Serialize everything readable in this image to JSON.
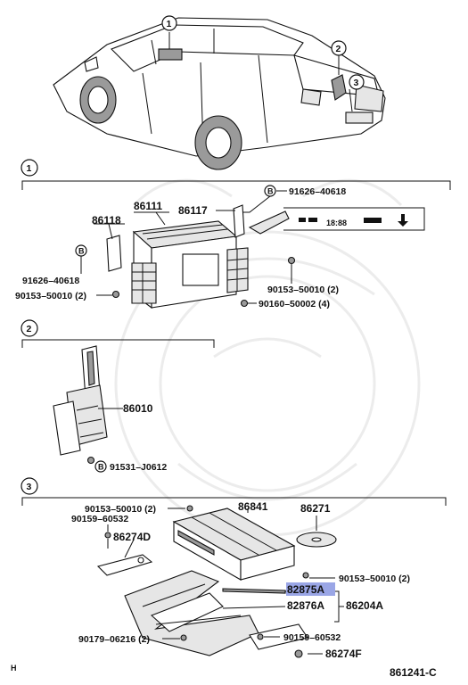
{
  "diagram_id": "861241-C",
  "corner_mark": "H",
  "callouts": [
    "1",
    "2",
    "3"
  ],
  "bolt_marker": "B",
  "display_panel": {
    "segments": "18:88"
  },
  "highlight_color": "#9aa6e6",
  "section1": {
    "labels": {
      "p86111": "86111",
      "p86117": "86117",
      "p86118": "86118",
      "p91626_top": "91626–40618",
      "p91626_left": "91626–40618",
      "p90153_left": "90153–50010 (2)",
      "p90153_right": "90153–50010 (2)",
      "p90160": "90160–50002 (4)"
    }
  },
  "section2": {
    "labels": {
      "p86010": "86010",
      "p91531": "91531–J0612"
    }
  },
  "section3": {
    "labels": {
      "p90153_top": "90153–50010 (2)",
      "p90159_top": "90159–60532",
      "p86274D": "86274D",
      "p86841": "86841",
      "p86271": "86271",
      "p90153_right": "90153–50010 (2)",
      "p82875A": "82875A",
      "p82876A": "82876A",
      "p86204A": "86204A",
      "p90179": "90179–06216 (2)",
      "p90159_bottom": "90159–60532",
      "p86274F": "86274F"
    }
  }
}
